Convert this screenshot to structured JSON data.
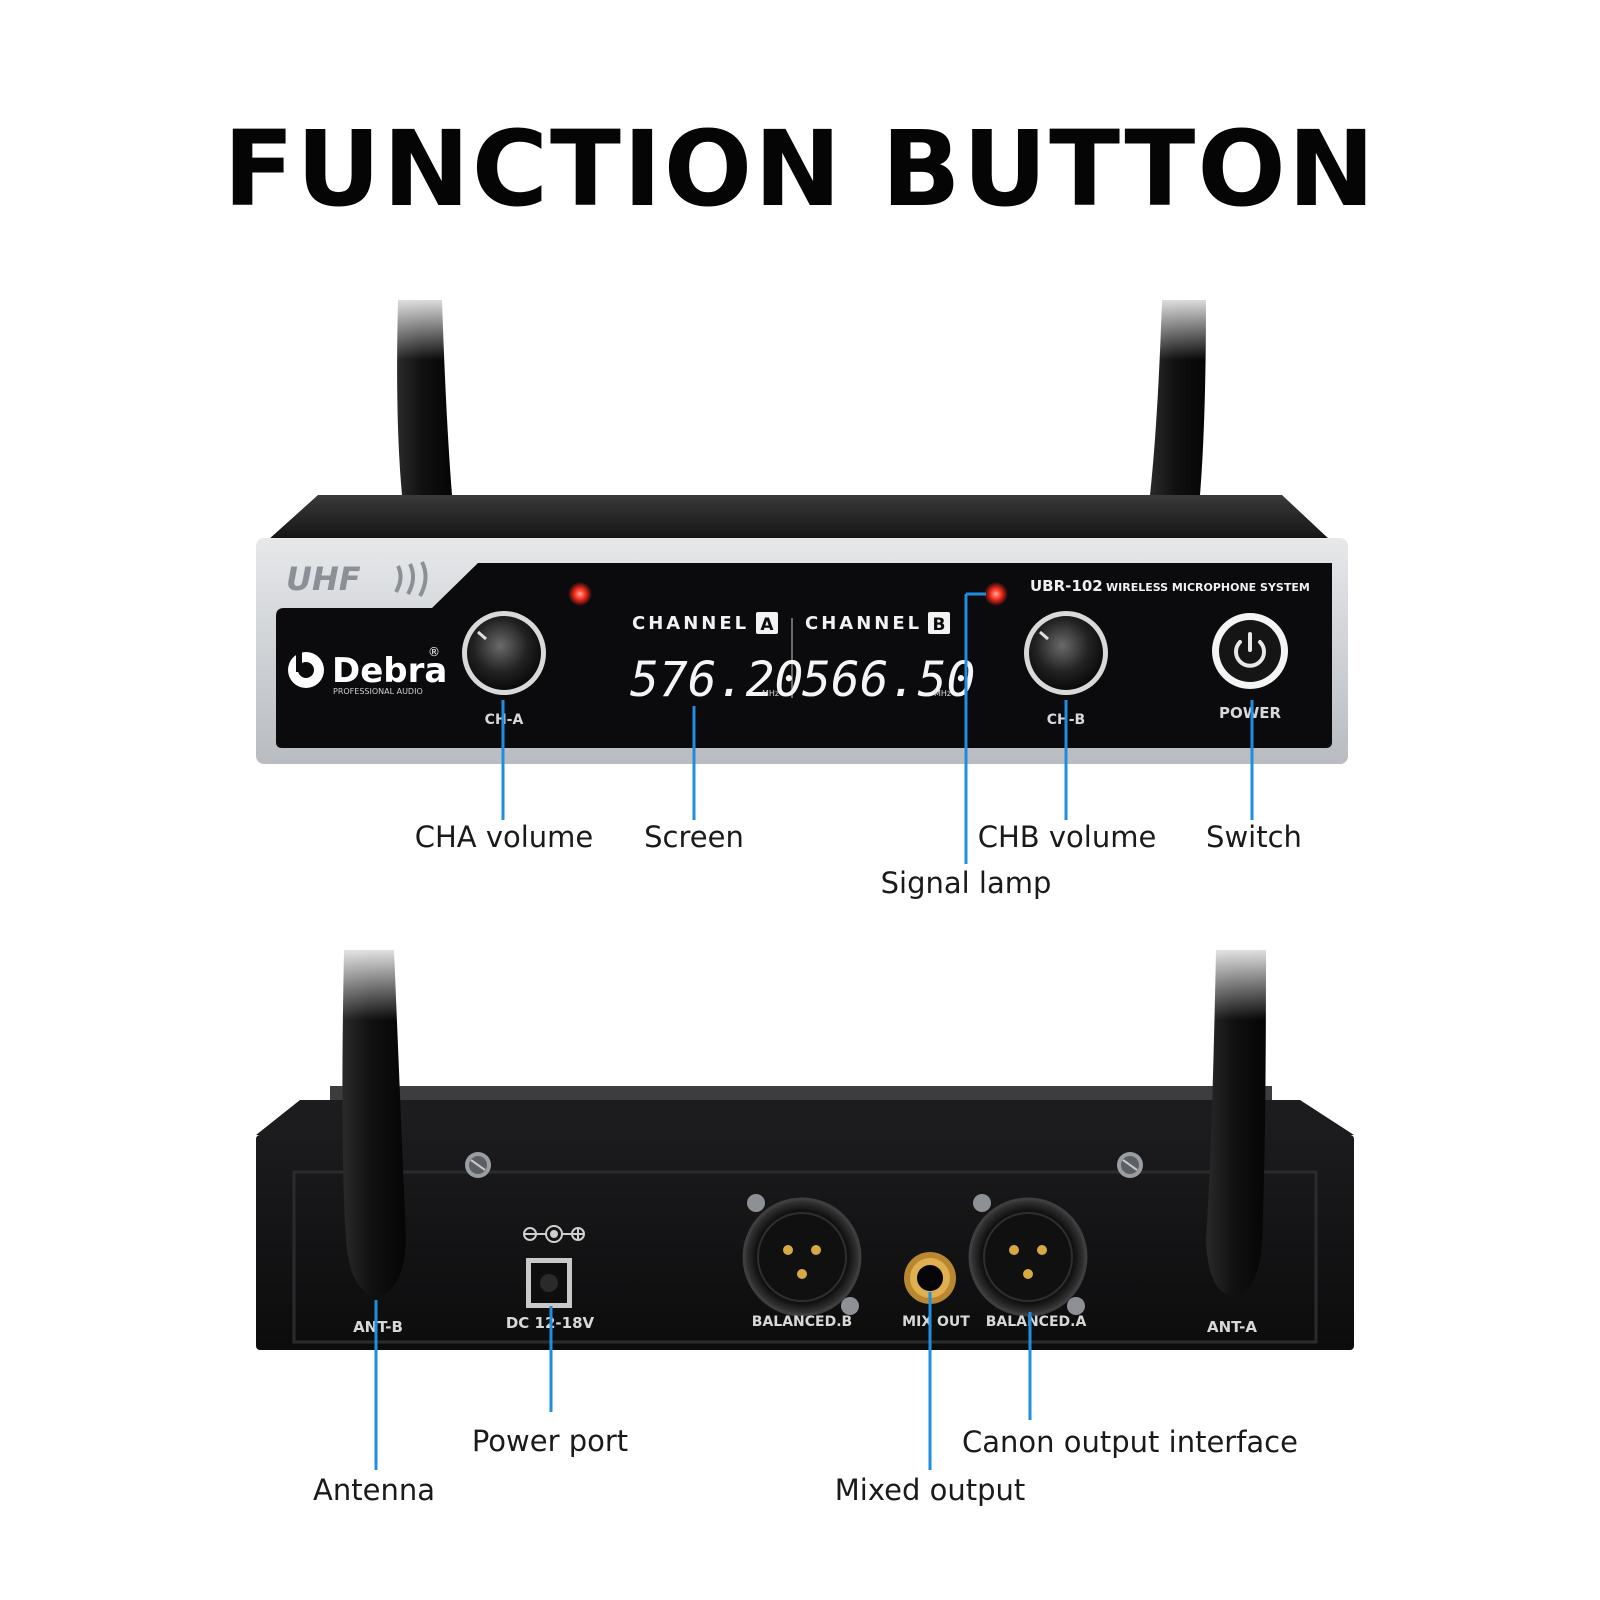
{
  "title": "FUNCTION BUTTON",
  "front_panel": {
    "badge": "UHF",
    "brand": "Debra",
    "brand_mark": "®",
    "brand_sub": "PROFESSIONAL AUDIO",
    "model": "UBR-102",
    "model_sub": "WIRELESS MICROPHONE SYSTEM",
    "channel_a_label": "CHANNEL",
    "channel_a_letter": "A",
    "channel_b_label": "CHANNEL",
    "channel_b_letter": "B",
    "freq_a": "576.20",
    "freq_b": "566.50",
    "freq_unit": "MHz",
    "knob_a_label": "CH-A",
    "knob_b_label": "CH-B",
    "power_label": "POWER",
    "colors": {
      "led": "#ff2a1a",
      "callout_line": "#1e8fe0",
      "panel": "#0b0b0d",
      "chassis": "#c9cdd2"
    }
  },
  "rear_panel": {
    "ant_b": "ANT-B",
    "ant_a": "ANT-A",
    "dc_label": "DC 12-18V",
    "balanced_b": "BALANCED.B",
    "mix_out": "MIX OUT",
    "balanced_a": "BALANCED.A"
  },
  "callouts": {
    "cha_volume": "CHA volume",
    "screen": "Screen",
    "signal_lamp": "Signal lamp",
    "chb_volume": "CHB volume",
    "switch": "Switch",
    "antenna": "Antenna",
    "power_port": "Power port",
    "mixed_output": "Mixed output",
    "canon_output": "Canon output interface"
  },
  "icons": [
    "power-icon",
    "debra-logo-icon",
    "dc-polarity-icon",
    "xlr-connector-icon",
    "jack-icon",
    "screw-icon"
  ]
}
